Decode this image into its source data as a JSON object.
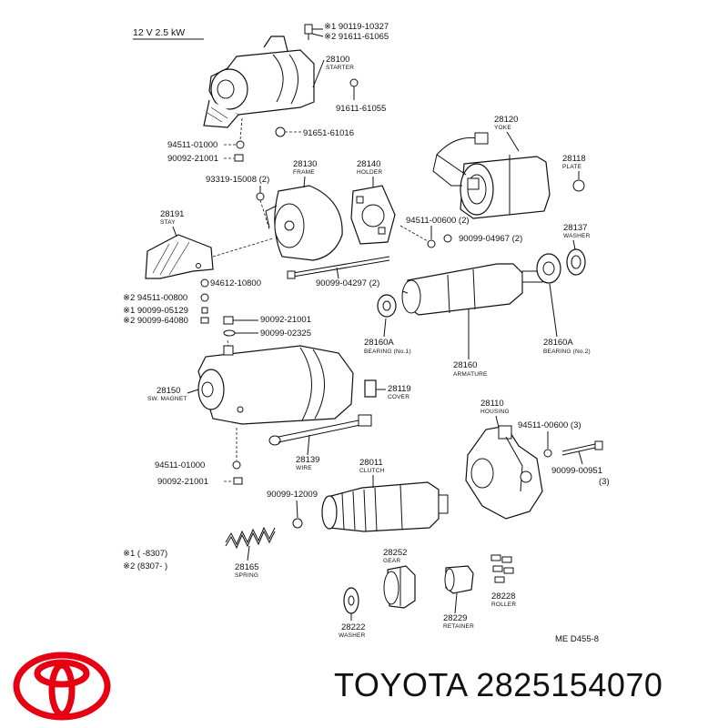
{
  "header": {
    "spec": "12 V  2.5 kW"
  },
  "notes": {
    "n1": "※1  90119-10327",
    "n2": "※2  91611-61065",
    "n3": "※2  94511-00800",
    "n4": "※1  90099-05129",
    "n5": "※2  90099-64080",
    "r1": "※1 (        -8307)",
    "r2": "※2  (8307-          )"
  },
  "labels": {
    "p28100": "28100",
    "n28100": "STARTER",
    "p91611": "91611-61055",
    "p91651": "91651-61016",
    "p94511a": "94511-01000",
    "p90092a": "90092-21001",
    "p28120": "28120",
    "n28120": "YOKE",
    "p28118": "28118",
    "n28118": "PLATE",
    "p28130": "28130",
    "n28130": "FRAME",
    "p28140": "28140",
    "n28140": "HOLDER",
    "p93319": "93319-15008 (2)",
    "p28191": "28191",
    "n28191": "STAY",
    "p94511b": "94511-00600 (2)",
    "p90099a": "90099-04967 (2)",
    "p28137": "28137",
    "n28137": "WASHER",
    "p94612": "94612-10800",
    "p90099b": "90099-04297 (2)",
    "p90092b": "90092-21001",
    "p90099c": "90099-02325",
    "p28160A1": "28160A",
    "n28160A1": "BEARING (No.1)",
    "p28160": "28160",
    "n28160": "ARMATURE",
    "p28160A2": "28160A",
    "n28160A2": "BEARING (No.2)",
    "p28150": "28150",
    "n28150": "SW. MAGNET",
    "p28119": "28119",
    "n28119": "COVER",
    "p28110": "28110",
    "n28110": "HOUSING",
    "p94511c": "94511-00600 (3)",
    "p94511d": "94511-01000",
    "p28139": "28139",
    "n28139": "WIRE",
    "p28011": "28011",
    "n28011": "CLUTCH",
    "p90099d": "90099-00951",
    "p90099d2": "(3)",
    "p90092c": "90092-21001",
    "p90099e": "90099-12009",
    "p28165": "28165",
    "n28165": "SPRING",
    "p28252": "28252",
    "n28252": "GEAR",
    "p28229": "28229",
    "n28229": "RETAINER",
    "p28228": "28228",
    "n28228": "ROLLER",
    "p28222": "28222",
    "n28222": "WASHER",
    "ref": "ME  D455-8"
  },
  "brand": {
    "name": "TOYOTA",
    "part_number": "2825154070",
    "display": "TOYOTA 2825154070",
    "logo_color": "#e60012"
  }
}
